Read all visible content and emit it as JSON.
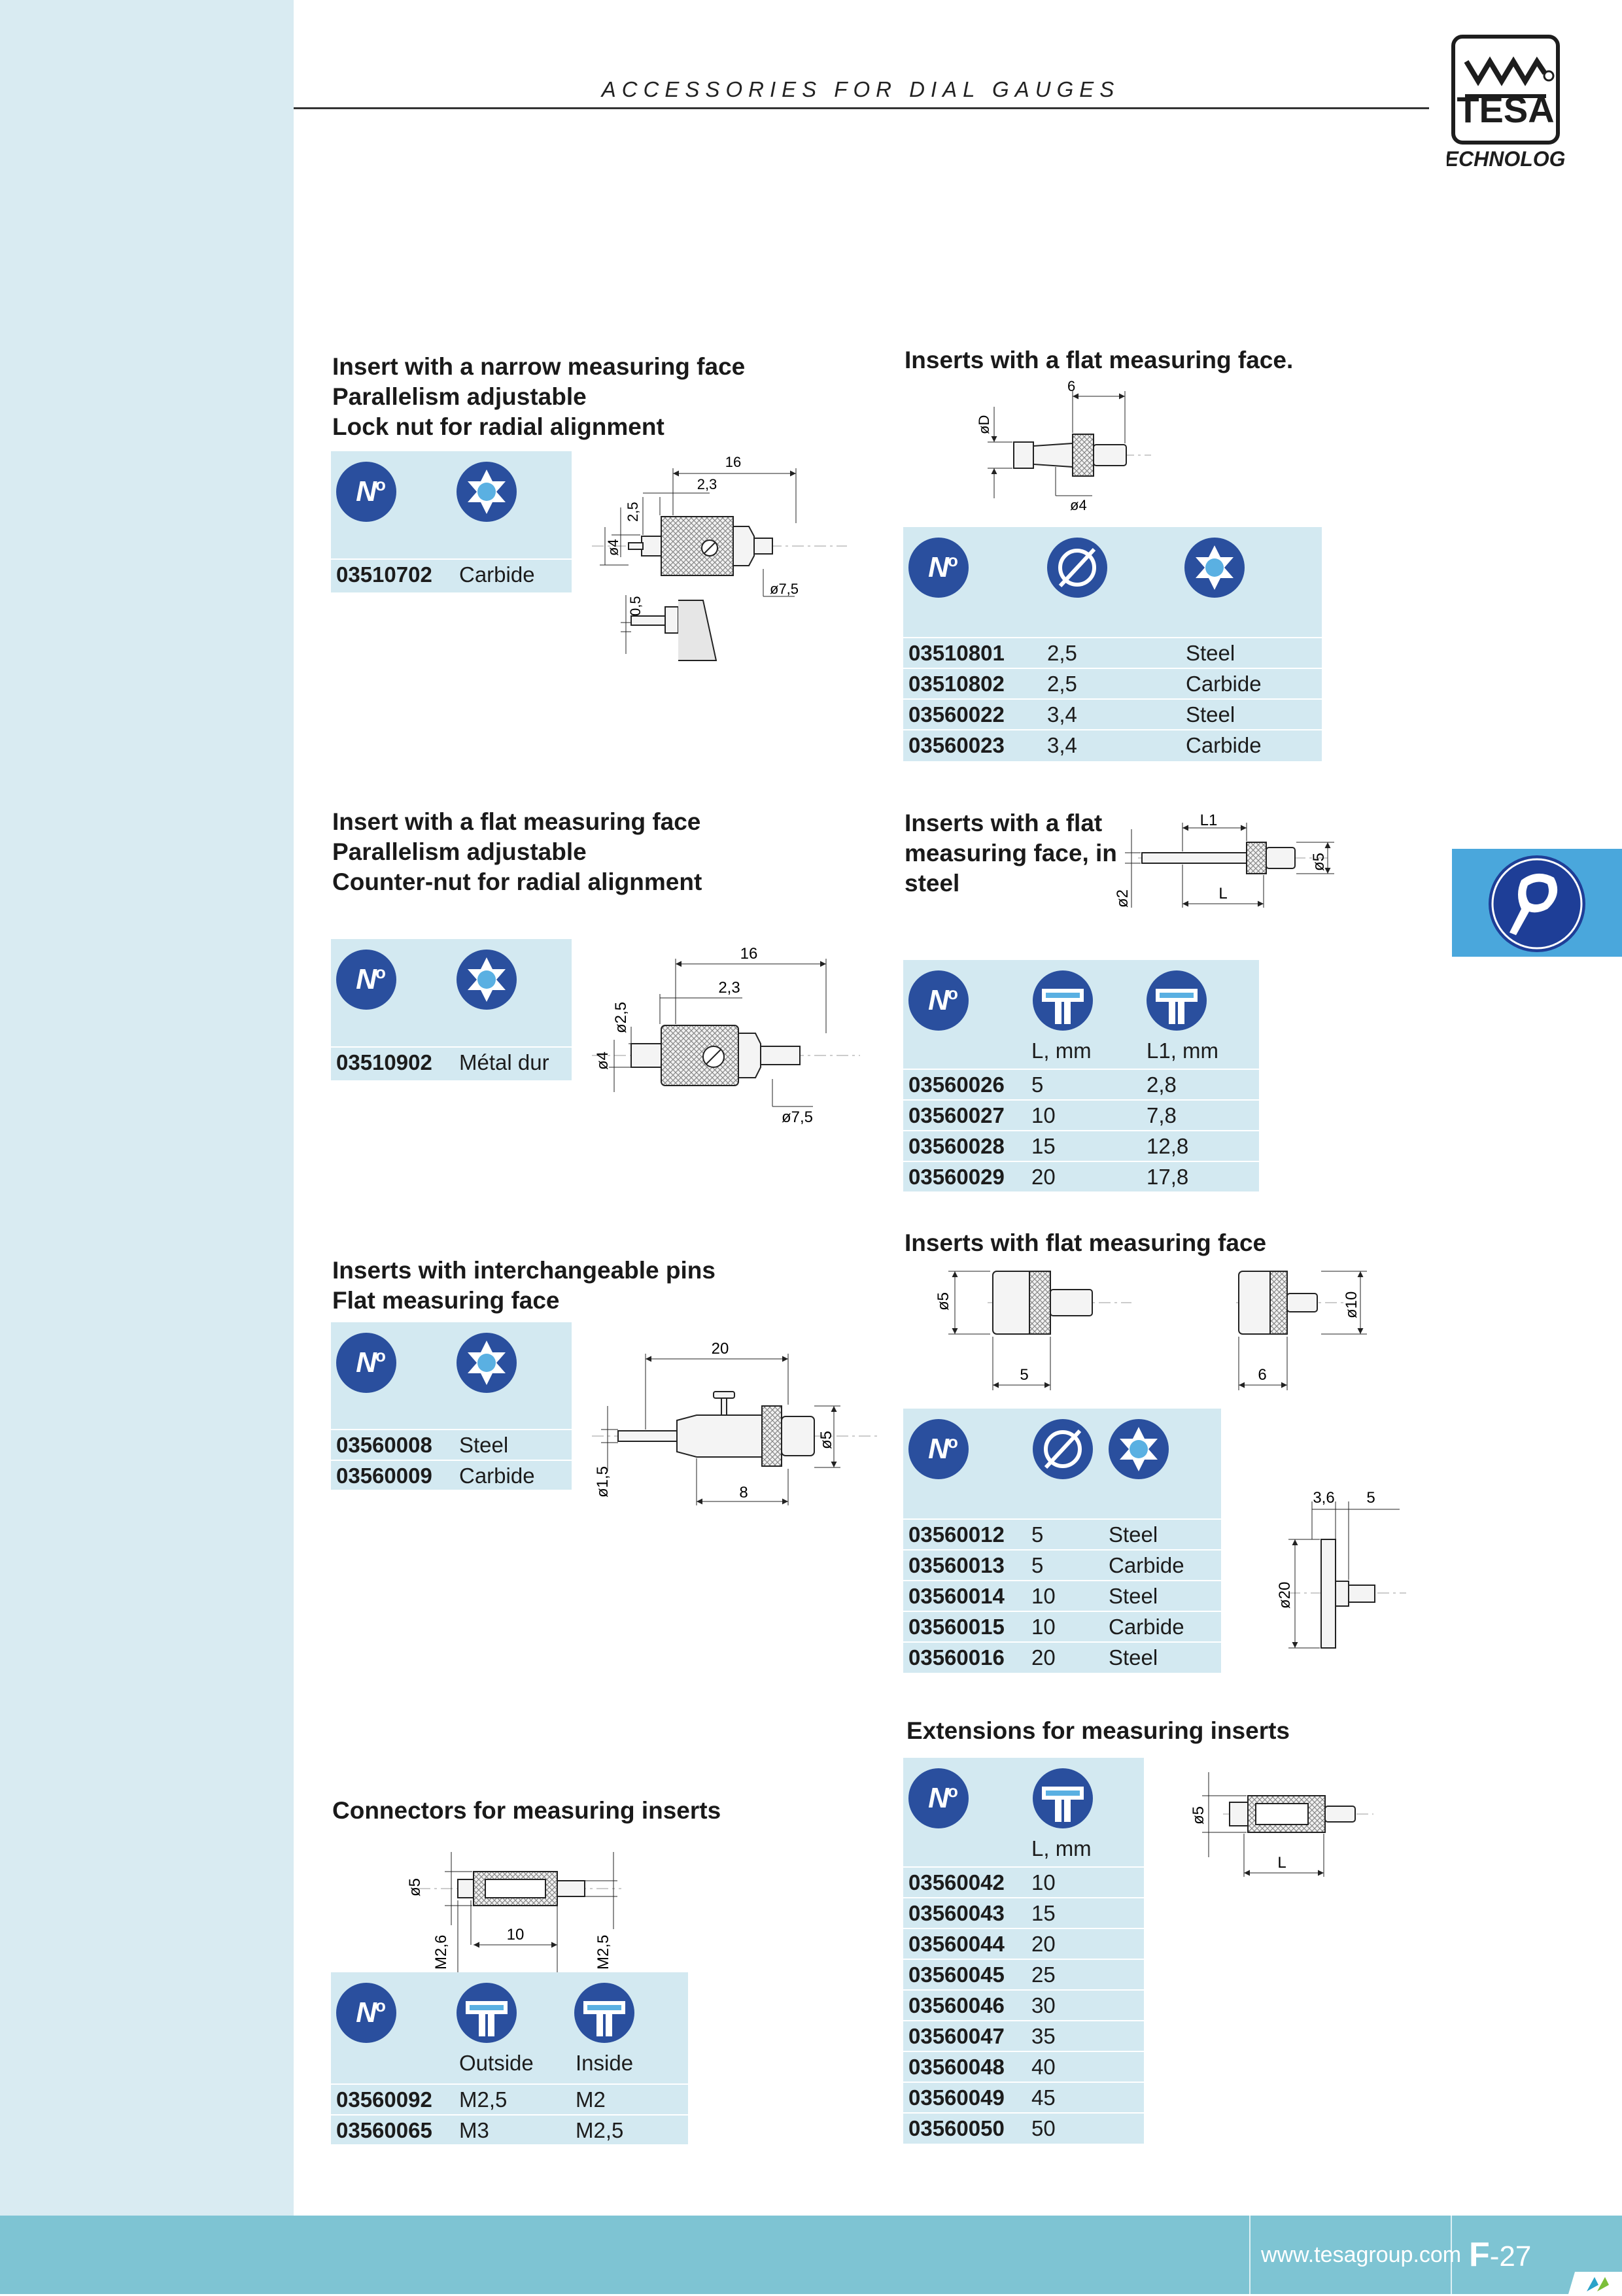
{
  "header": {
    "title": "ACCESSORIES FOR DIAL GAUGES"
  },
  "logo": {
    "brand": "TESA",
    "tagline": "TECHNOLOGY"
  },
  "footer": {
    "url": "www.tesagroup.com",
    "page_letter": "F",
    "page_number": "-27"
  },
  "icons": {
    "no": "no-number-icon",
    "material": "material-star-icon",
    "diameter": "diameter-icon",
    "length": "length-icon",
    "tab": "dial-gauge-icon"
  },
  "colors": {
    "sidebar": "#d9ebf2",
    "footer": "#7ec4d3",
    "table": "#d3e9f1",
    "icon_blue": "#2a4f9e",
    "tab": "#4aa7dc"
  },
  "sections": {
    "narrow": {
      "title": [
        "Insert with a narrow measuring face",
        "Parallelism adjustable",
        "Lock nut for radial alignment"
      ],
      "rows": [
        [
          "03510702",
          "Carbide"
        ]
      ],
      "dims": [
        "16",
        "2,3",
        "2,5",
        "ø4",
        "ø7,5",
        "0,5"
      ]
    },
    "flat_adj": {
      "title": [
        "Insert with a flat measuring face",
        "Parallelism adjustable",
        "Counter-nut for radial alignment"
      ],
      "rows": [
        [
          "03510902",
          "Métal dur"
        ]
      ],
      "dims": [
        "16",
        "2,3",
        "ø2,5",
        "ø4",
        "ø7,5"
      ]
    },
    "pins": {
      "title": [
        "Inserts with interchangeable pins",
        "Flat measuring face"
      ],
      "rows": [
        [
          "03560008",
          "Steel"
        ],
        [
          "03560009",
          "Carbide"
        ]
      ],
      "dims": [
        "20",
        "ø5",
        "ø1,5",
        "8"
      ]
    },
    "connectors": {
      "title": [
        "Connectors for measuring inserts"
      ],
      "headers": [
        "Outside",
        "Inside"
      ],
      "rows": [
        [
          "03560092",
          "M2,5",
          "M2"
        ],
        [
          "03560065",
          "M3",
          "M2,5"
        ]
      ],
      "dims": [
        "ø5",
        "M2,6",
        "10",
        "M2,5"
      ]
    },
    "flat_face": {
      "title": [
        "Inserts with a flat measuring face."
      ],
      "rows": [
        [
          "03510801",
          "2,5",
          "Steel"
        ],
        [
          "03510802",
          "2,5",
          "Carbide"
        ],
        [
          "03560022",
          "3,4",
          "Steel"
        ],
        [
          "03560023",
          "3,4",
          "Carbide"
        ]
      ],
      "dims": [
        "6",
        "øD",
        "ø4"
      ]
    },
    "flat_steel": {
      "title": [
        "Inserts with a flat",
        "measuring face, in",
        "steel"
      ],
      "headers": [
        "L, mm",
        "L1, mm"
      ],
      "rows": [
        [
          "03560026",
          "5",
          "2,8"
        ],
        [
          "03560027",
          "10",
          "7,8"
        ],
        [
          "03560028",
          "15",
          "12,8"
        ],
        [
          "03560029",
          "20",
          "17,8"
        ]
      ],
      "dims": [
        "L1",
        "L",
        "ø2",
        "ø5"
      ]
    },
    "flat_face2": {
      "title": [
        "Inserts with flat measuring face"
      ],
      "rows": [
        [
          "03560012",
          "5",
          "Steel"
        ],
        [
          "03560013",
          "5",
          "Carbide"
        ],
        [
          "03560014",
          "10",
          "Steel"
        ],
        [
          "03560015",
          "10",
          "Carbide"
        ],
        [
          "03560016",
          "20",
          "Steel"
        ]
      ],
      "dims": [
        "ø5",
        "5",
        "ø10",
        "6",
        "3,6",
        "5",
        "ø20"
      ]
    },
    "extensions": {
      "title": [
        "Extensions for measuring inserts"
      ],
      "headers": [
        "L, mm"
      ],
      "rows": [
        [
          "03560042",
          "10"
        ],
        [
          "03560043",
          "15"
        ],
        [
          "03560044",
          "20"
        ],
        [
          "03560045",
          "25"
        ],
        [
          "03560046",
          "30"
        ],
        [
          "03560047",
          "35"
        ],
        [
          "03560048",
          "40"
        ],
        [
          "03560049",
          "45"
        ],
        [
          "03560050",
          "50"
        ]
      ],
      "dims": [
        "ø5",
        "L"
      ]
    }
  }
}
